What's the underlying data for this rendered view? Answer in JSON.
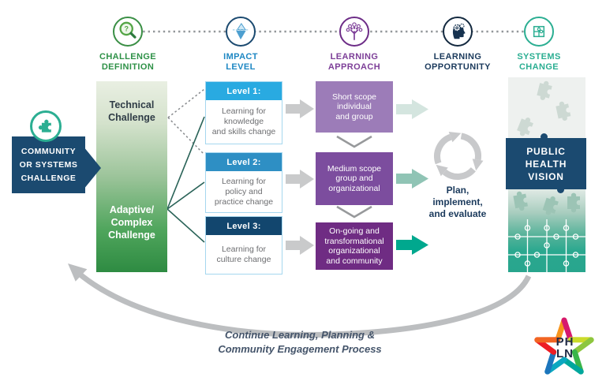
{
  "stages": [
    {
      "name": "challenge-definition",
      "label": "CHALLENGE\nDEFINITION",
      "color": "#2e9147",
      "icon": "magnifier-question-icon"
    },
    {
      "name": "impact-level",
      "label": "IMPACT\nLEVEL",
      "color": "#1d87c3",
      "icon": "iceberg-icon"
    },
    {
      "name": "learning-approach",
      "label": "LEARNING\nAPPROACH",
      "color": "#7d3f98",
      "icon": "learning-tree-icon"
    },
    {
      "name": "learning-opportunity",
      "label": "LEARNING\nOPPORTUNITY",
      "color": "#1b3a5c",
      "icon": "head-gears-icon"
    },
    {
      "name": "systems-change",
      "label": "SYSTEMS\nCHANGE",
      "color": "#2bae92",
      "icon": "puzzle-grid-icon"
    }
  ],
  "community_challenge": {
    "label": "COMMUNITY\nOR SYSTEMS\nCHALLENGE",
    "icon": "puzzle-piece-icon"
  },
  "challenge_types": {
    "technical": "Technical\nChallenge",
    "adaptive": "Adaptive/\nComplex\nChallenge"
  },
  "impact_levels": [
    {
      "header": "Level 1:",
      "body": "Learning for\nknowledge\nand skills change",
      "header_color": "#29aae1"
    },
    {
      "header": "Level 2:",
      "body": "Learning for\npolicy and\npractice change",
      "header_color": "#2e8fc4"
    },
    {
      "header": "Level 3:",
      "body": "Learning for\nculture change",
      "header_color": "#12466e"
    }
  ],
  "learning_approaches": [
    {
      "body": "Short scope\nindividual\nand group",
      "color": "#9c7cb8"
    },
    {
      "body": "Medium scope\ngroup and\norganizational",
      "color": "#7c4d9e"
    },
    {
      "body": "On-going and\ntransformational\norganizational\nand community",
      "color": "#6f2c83"
    }
  ],
  "learning_opportunity": {
    "body": "Plan,\nimplement,\nand evaluate",
    "icon": "cycle-arrows-icon"
  },
  "systems_change": {
    "vision": "PUBLIC\nHEALTH\nVISION"
  },
  "footer": {
    "text": "Continue Learning, Planning &\nCommunity Engagement Process"
  },
  "logo": {
    "top": "PH",
    "bottom": "LN"
  },
  "colors": {
    "navy": "#1b4a70",
    "green_dark": "#2e8b42",
    "green_light": "#e9efe2",
    "teal": "#2bae92",
    "teal_arrow": "#00a88e",
    "purple_light": "#9c7cb8",
    "purple_dark": "#6f2c83",
    "gray_arrow": "#c9cacb",
    "curve_gray": "#bcbec0",
    "body_text": "#6d6e71",
    "footer_text": "#44546a"
  }
}
